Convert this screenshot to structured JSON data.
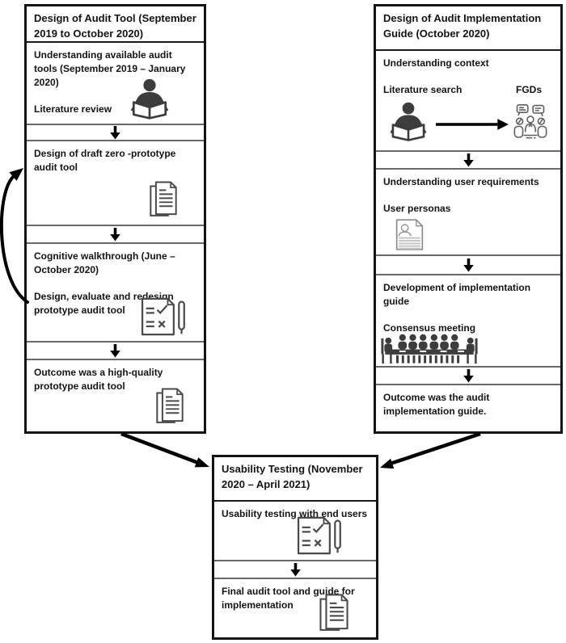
{
  "left": {
    "header": "Design of Audit Tool (September 2019 to October 2020)",
    "steps": [
      {
        "p1": "Understanding available audit tools (September 2019 – January 2020)",
        "p2": "Literature review"
      },
      {
        "p1": "Design of draft zero -prototype audit tool"
      },
      {
        "p1": "Cognitive walkthrough (June – October 2020)",
        "p2": "Design, evaluate and redesign prototype audit tool"
      },
      {
        "p1": "Outcome was a high-quality prototype audit tool"
      }
    ]
  },
  "right": {
    "header": "Design of Audit Implementation Guide (October 2020)",
    "steps": [
      {
        "p1": "Understanding context",
        "label_left": "Literature search",
        "label_right": "FGDs"
      },
      {
        "p1": "Understanding user requirements",
        "p2": "User personas"
      },
      {
        "p1": "Development of implementation guide",
        "p2": "Consensus meeting"
      },
      {
        "p1": "Outcome was the audit implementation guide."
      }
    ]
  },
  "center": {
    "header": "Usability Testing (November 2020 – April 2021)",
    "steps": [
      {
        "p1": "Usability testing with end users"
      },
      {
        "p1": "Final audit tool and guide for implementation"
      }
    ]
  },
  "icons": {
    "reading_person": "reading-person-icon",
    "document": "document-pages-icon",
    "checklist_pen": "checklist-pen-icon",
    "fgd_group": "focus-group-discussion-icon",
    "user_persona": "user-persona-icon",
    "meeting_table": "consensus-meeting-icon",
    "down_arrow": "down-arrow-icon",
    "right_arrow": "right-arrow-icon"
  },
  "colors": {
    "border": "#141414",
    "divider": "#696969",
    "arrow": "#000000",
    "icon_solid": "#3d3d3d",
    "icon_outline": "#4a4a4a",
    "text": "#141414",
    "background": "#ffffff"
  }
}
